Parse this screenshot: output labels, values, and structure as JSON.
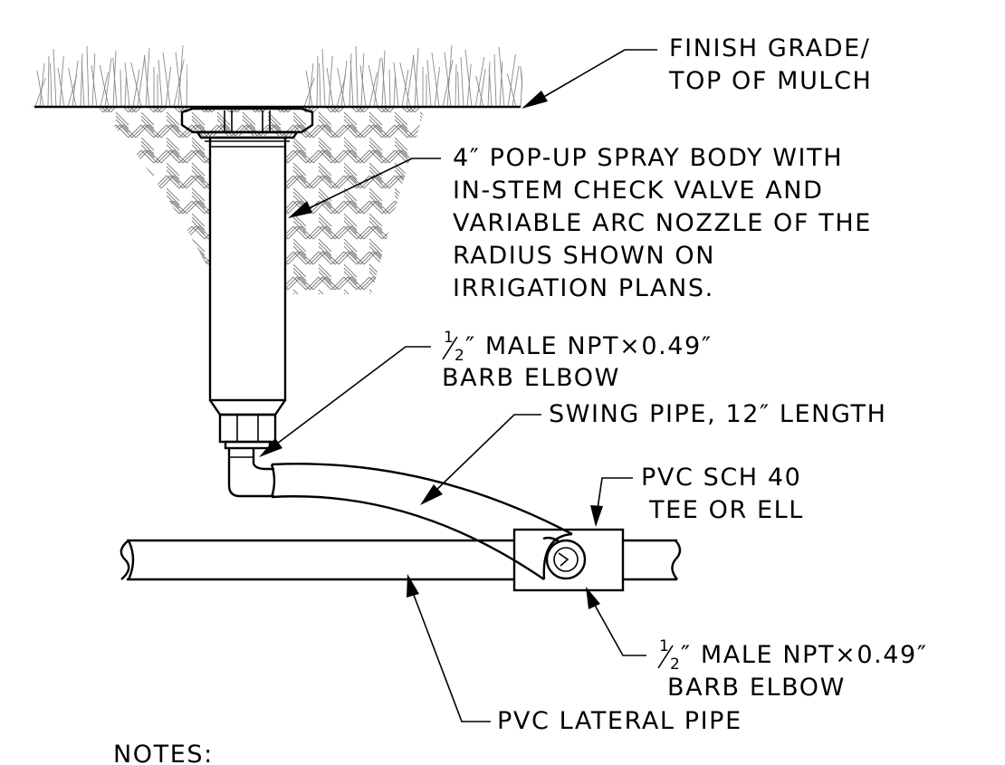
{
  "labels": {
    "finish_grade": [
      "FINISH GRADE/",
      "TOP OF MULCH"
    ],
    "spray_body": [
      "4″ POP-UP SPRAY BODY WITH",
      "IN-STEM CHECK VALVE AND",
      "VARIABLE ARC NOZZLE OF THE",
      "RADIUS SHOWN ON",
      "IRRIGATION PLANS."
    ],
    "barb_elbow_top": {
      "fraction_num": "1",
      "fraction_den": "2",
      "line1_rest": "″ MALE NPT×0.49″",
      "line2": "BARB ELBOW"
    },
    "swing_pipe": "SWING PIPE, 12″ LENGTH",
    "pvc_fitting": [
      "PVC SCH 40",
      "TEE OR ELL"
    ],
    "barb_elbow_bottom": {
      "fraction_num": "1",
      "fraction_den": "2",
      "line1_rest": "″ MALE NPT×0.49″",
      "line2": "BARB ELBOW"
    },
    "lateral_pipe": "PVC LATERAL PIPE",
    "notes_heading": "NOTES:"
  }
}
